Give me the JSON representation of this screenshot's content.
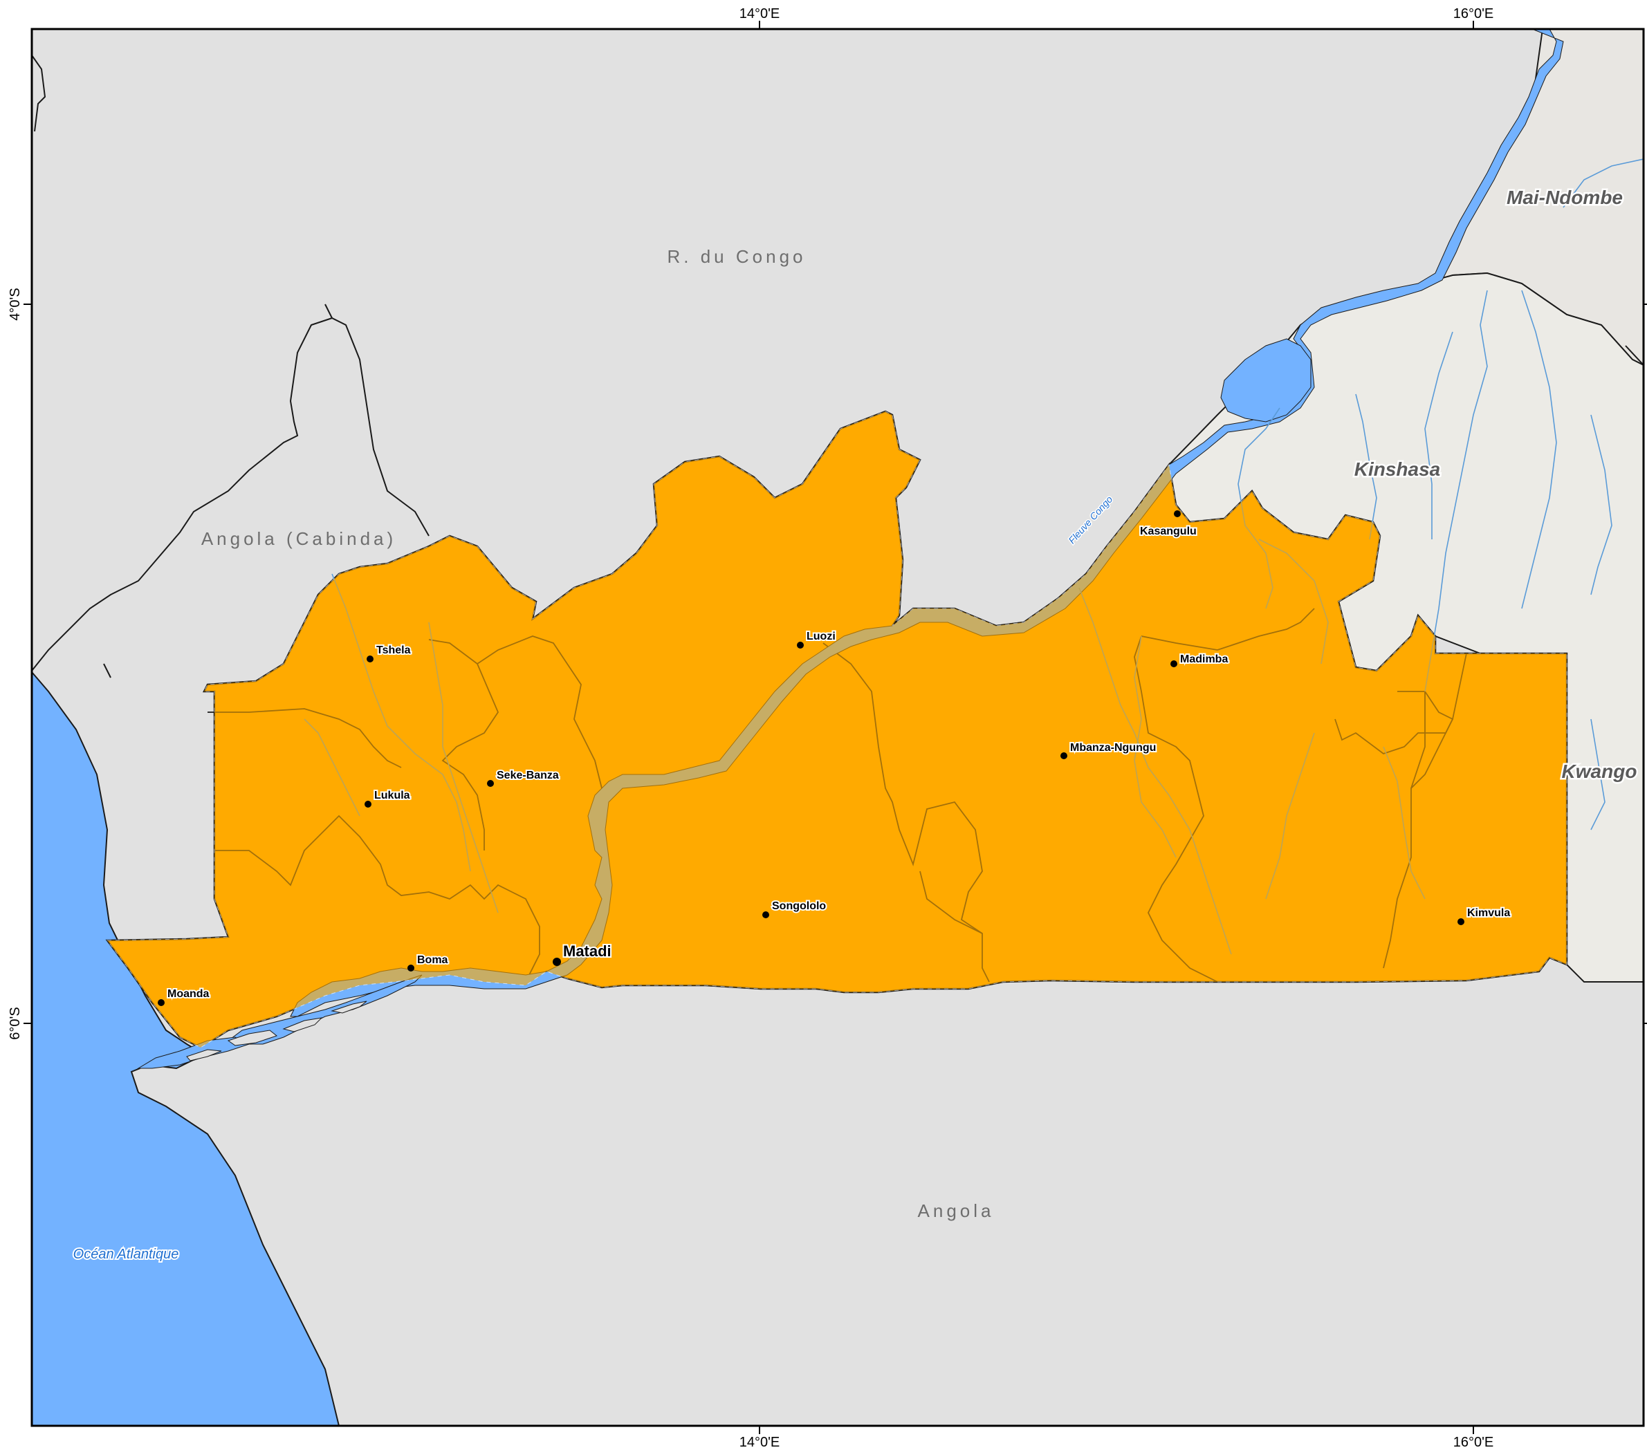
{
  "colors": {
    "background_land": "#e1e1e1",
    "kinshasa_land": "#ecebe6",
    "maindombe_land": "#e8e6e2",
    "water": "#73b2ff",
    "class_high": "#e57c00",
    "class_mid": "#ffaa00",
    "class_low": "#ffebbe",
    "boundary": "#1a1a1a"
  },
  "axes": {
    "top_ticks": [
      "14°0'E",
      "16°0'E"
    ],
    "bottom_ticks": [
      "14°0'E",
      "16°0'E"
    ],
    "left_ticks": [
      "4°0'S",
      "6°0'S"
    ]
  },
  "labels": {
    "countries": {
      "rdc": "R. du Congo",
      "cabinda": "Angola (Cabinda)",
      "angola": "Angola"
    },
    "provinces": {
      "maindombe": "Mai-Ndombe",
      "kinshasa": "Kinshasa",
      "kwango": "Kwango"
    },
    "water": {
      "ocean": "Océan Atlantique",
      "river": "Fleuve Congo"
    },
    "cities": {
      "tshela": "Tshela",
      "seke_banza": "Seke-Banza",
      "lukula": "Lukula",
      "moanda": "Moanda",
      "boma": "Boma",
      "matadi": "Matadi",
      "luozi": "Luozi",
      "songololo": "Songololo",
      "kasangulu": "Kasangulu",
      "madimba": "Madimba",
      "mbanza_ngungu": "Mbanza-Ngungu",
      "kimvula": "Kimvula"
    }
  }
}
